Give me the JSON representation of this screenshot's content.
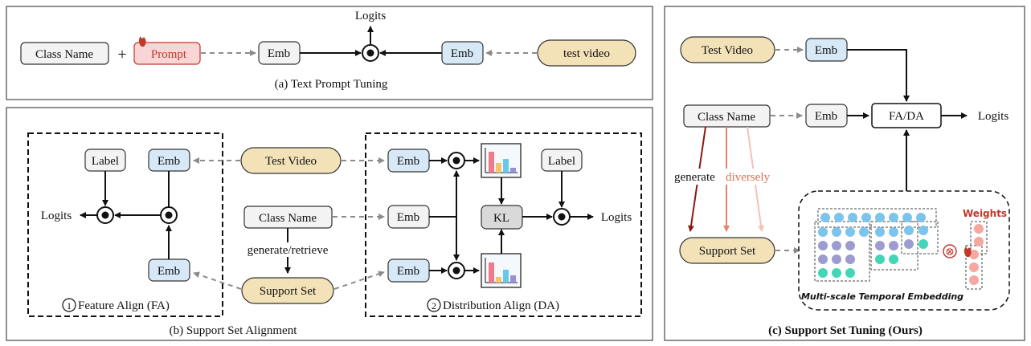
{
  "panel_a": {
    "caption": "(a) Text Prompt Tuning",
    "class_name": "Class Name",
    "plus": "+",
    "prompt": "Prompt",
    "emb_left": "Emb",
    "emb_right": "Emb",
    "logits": "Logits",
    "test_video": "test video"
  },
  "panel_b": {
    "caption": "(b) Support Set Alignment",
    "fa": {
      "label": "Label",
      "emb_top": "Emb",
      "emb_bottom": "Emb",
      "logits": "Logits",
      "num": "1",
      "title": "Feature Align (FA)"
    },
    "test_video": "Test Video",
    "class_name": "Class Name",
    "generate_retrieve": "generate/retrieve",
    "support_set": "Support Set",
    "da": {
      "emb_top": "Emb",
      "emb_mid": "Emb",
      "emb_bottom": "Emb",
      "kl": "KL",
      "label": "Label",
      "logits": "Logits",
      "num": "2",
      "title": "Distribution Align (DA)"
    }
  },
  "panel_c": {
    "caption": "(c) Support Set Tuning (Ours)",
    "test_video": "Test Video",
    "emb_top": "Emb",
    "class_name": "Class Name",
    "emb_mid": "Emb",
    "fa_da": "FA/DA",
    "logits": "Logits",
    "generate": "generate",
    "diversely": "diversely",
    "support_set": "Support Set",
    "weights": "Weights",
    "otimes": "⊗",
    "mte": "Multi-scale Temporal Embedding"
  },
  "colors": {
    "emb_fill": "#d7e8f7",
    "video_fill": "#f3e2b8",
    "prompt_fill": "#f9d5d5",
    "prompt_text": "#c0392b",
    "diversely": "#e07050",
    "weights": "#c0392b",
    "dot_blue": "#7cc4ec",
    "dot_purple": "#9c9cd0",
    "dot_teal": "#43d6b6",
    "dot_pink": "#f4a8a0"
  }
}
